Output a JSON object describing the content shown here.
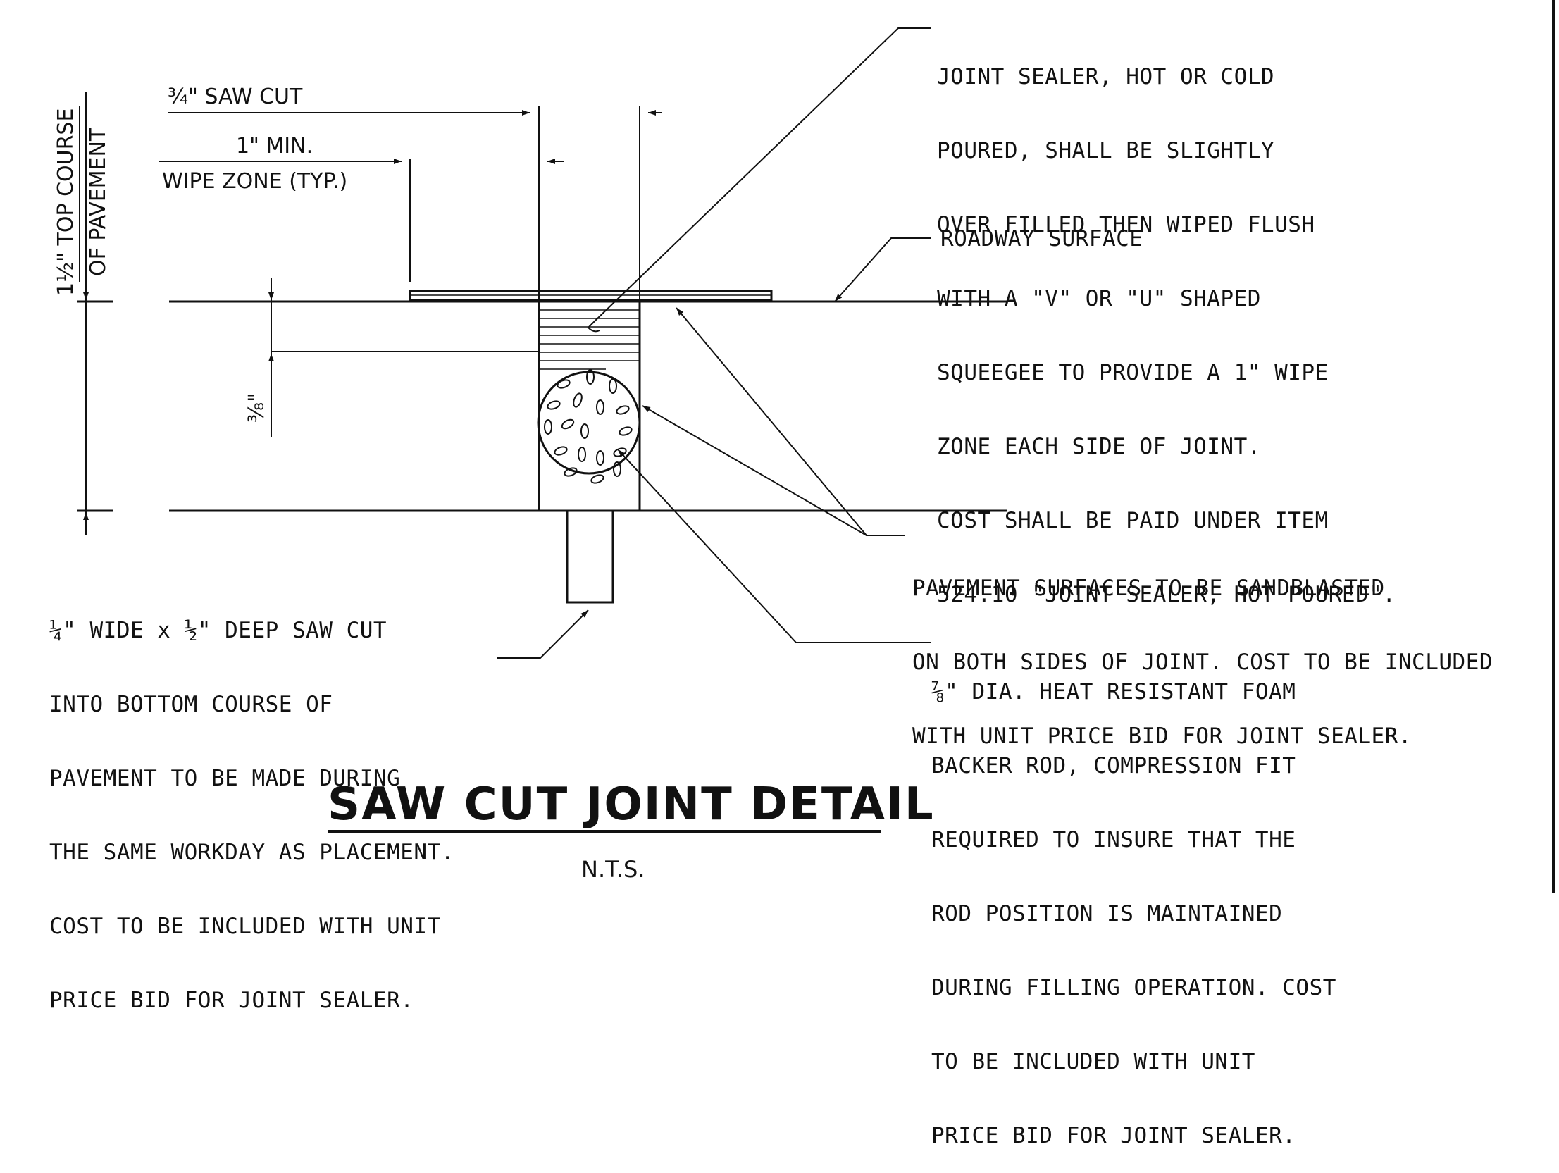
{
  "notes": {
    "joint_sealer": [
      "JOINT SEALER, HOT OR COLD",
      "POURED, SHALL BE SLIGHTLY",
      "OVER FILLED THEN WIPED FLUSH",
      "WITH A \"V\" OR \"U\" SHAPED",
      "SQUEEGEE TO PROVIDE A 1\" WIPE",
      "ZONE EACH SIDE OF JOINT.",
      "COST SHALL BE PAID UNDER ITEM",
      "524.10 \"JOINT SEALER, HOT POURED\"."
    ],
    "roadway_surface": "ROADWAY SURFACE",
    "sandblast": [
      "PAVEMENT SURFACES TO BE SANDBLASTED",
      "ON BOTH SIDES OF JOINT. COST TO BE INCLUDED",
      "WITH UNIT PRICE BID FOR JOINT SEALER."
    ],
    "saw_cut_bottom": [
      "¼\" WIDE x ½\" DEEP SAW CUT",
      "INTO BOTTOM COURSE OF",
      "PAVEMENT TO BE MADE DURING",
      "THE SAME WORKDAY AS PLACEMENT.",
      "COST TO BE INCLUDED WITH UNIT",
      "PRICE BID FOR JOINT SEALER."
    ],
    "backer_rod": [
      "⅞\" DIA. HEAT RESISTANT FOAM",
      "BACKER ROD, COMPRESSION FIT",
      "REQUIRED TO INSURE THAT THE",
      "ROD POSITION IS MAINTAINED",
      "DURING FILLING OPERATION. COST",
      "TO BE INCLUDED WITH UNIT",
      "PRICE BID FOR JOINT SEALER."
    ]
  },
  "dimensions": {
    "saw_cut": "¾\" SAW CUT",
    "min_wipe": "1\" MIN.",
    "wipe_zone": "WIPE ZONE (TYP.)",
    "depth": "⅜\"",
    "top_course_1": "1½\" TOP COURSE",
    "top_course_2": "OF PAVEMENT"
  },
  "title": "SAW  CUT JOINT DETAIL",
  "scale": "N.T.S.",
  "colors": {
    "ink": "#111111",
    "background": "#ffffff"
  }
}
